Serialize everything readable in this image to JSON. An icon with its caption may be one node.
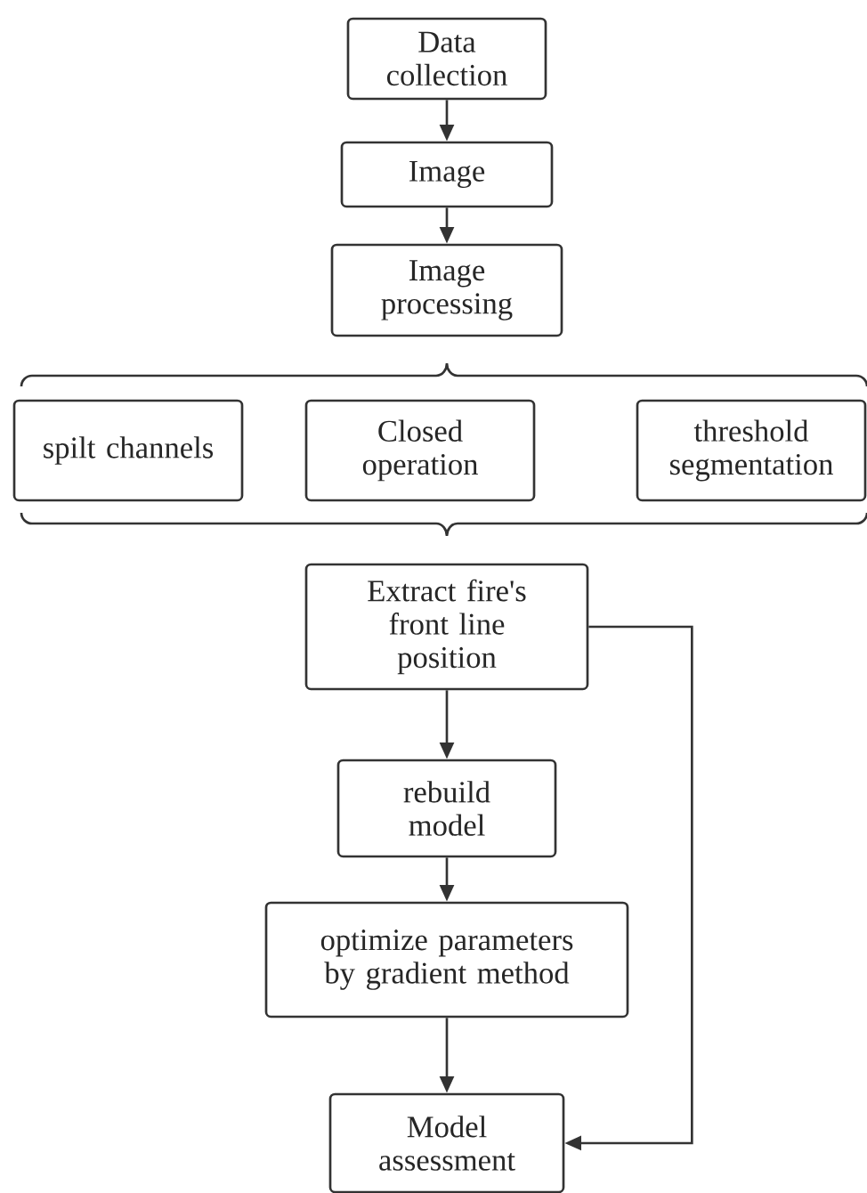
{
  "diagram": {
    "nodes": [
      {
        "text": [
          "Data collection"
        ]
      },
      {
        "text": [
          "Image"
        ]
      },
      {
        "text": [
          "Image processing"
        ]
      },
      {
        "text": [
          "spilt channels"
        ]
      },
      {
        "text": [
          "Closed operation"
        ]
      },
      {
        "text": [
          "threshold segmentation"
        ]
      },
      {
        "text": [
          "Extract fire's front line position"
        ]
      },
      {
        "text": [
          "rebuild model"
        ]
      },
      {
        "text": [
          "optimize parameters by gradient method"
        ]
      },
      {
        "text": [
          "Model assessment"
        ]
      }
    ],
    "edges": [
      {
        "from": 0,
        "to": 1,
        "arrow": "to"
      },
      {
        "from": 1,
        "to": 2,
        "arrow": "to"
      },
      {
        "from": 6,
        "to": 7,
        "arrow": "to"
      },
      {
        "from": 7,
        "to": 8,
        "arrow": "to"
      },
      {
        "from": 8,
        "to": 9,
        "arrow": "to"
      },
      {
        "from": 6,
        "to": 9,
        "arrow": "to"
      }
    ]
  }
}
